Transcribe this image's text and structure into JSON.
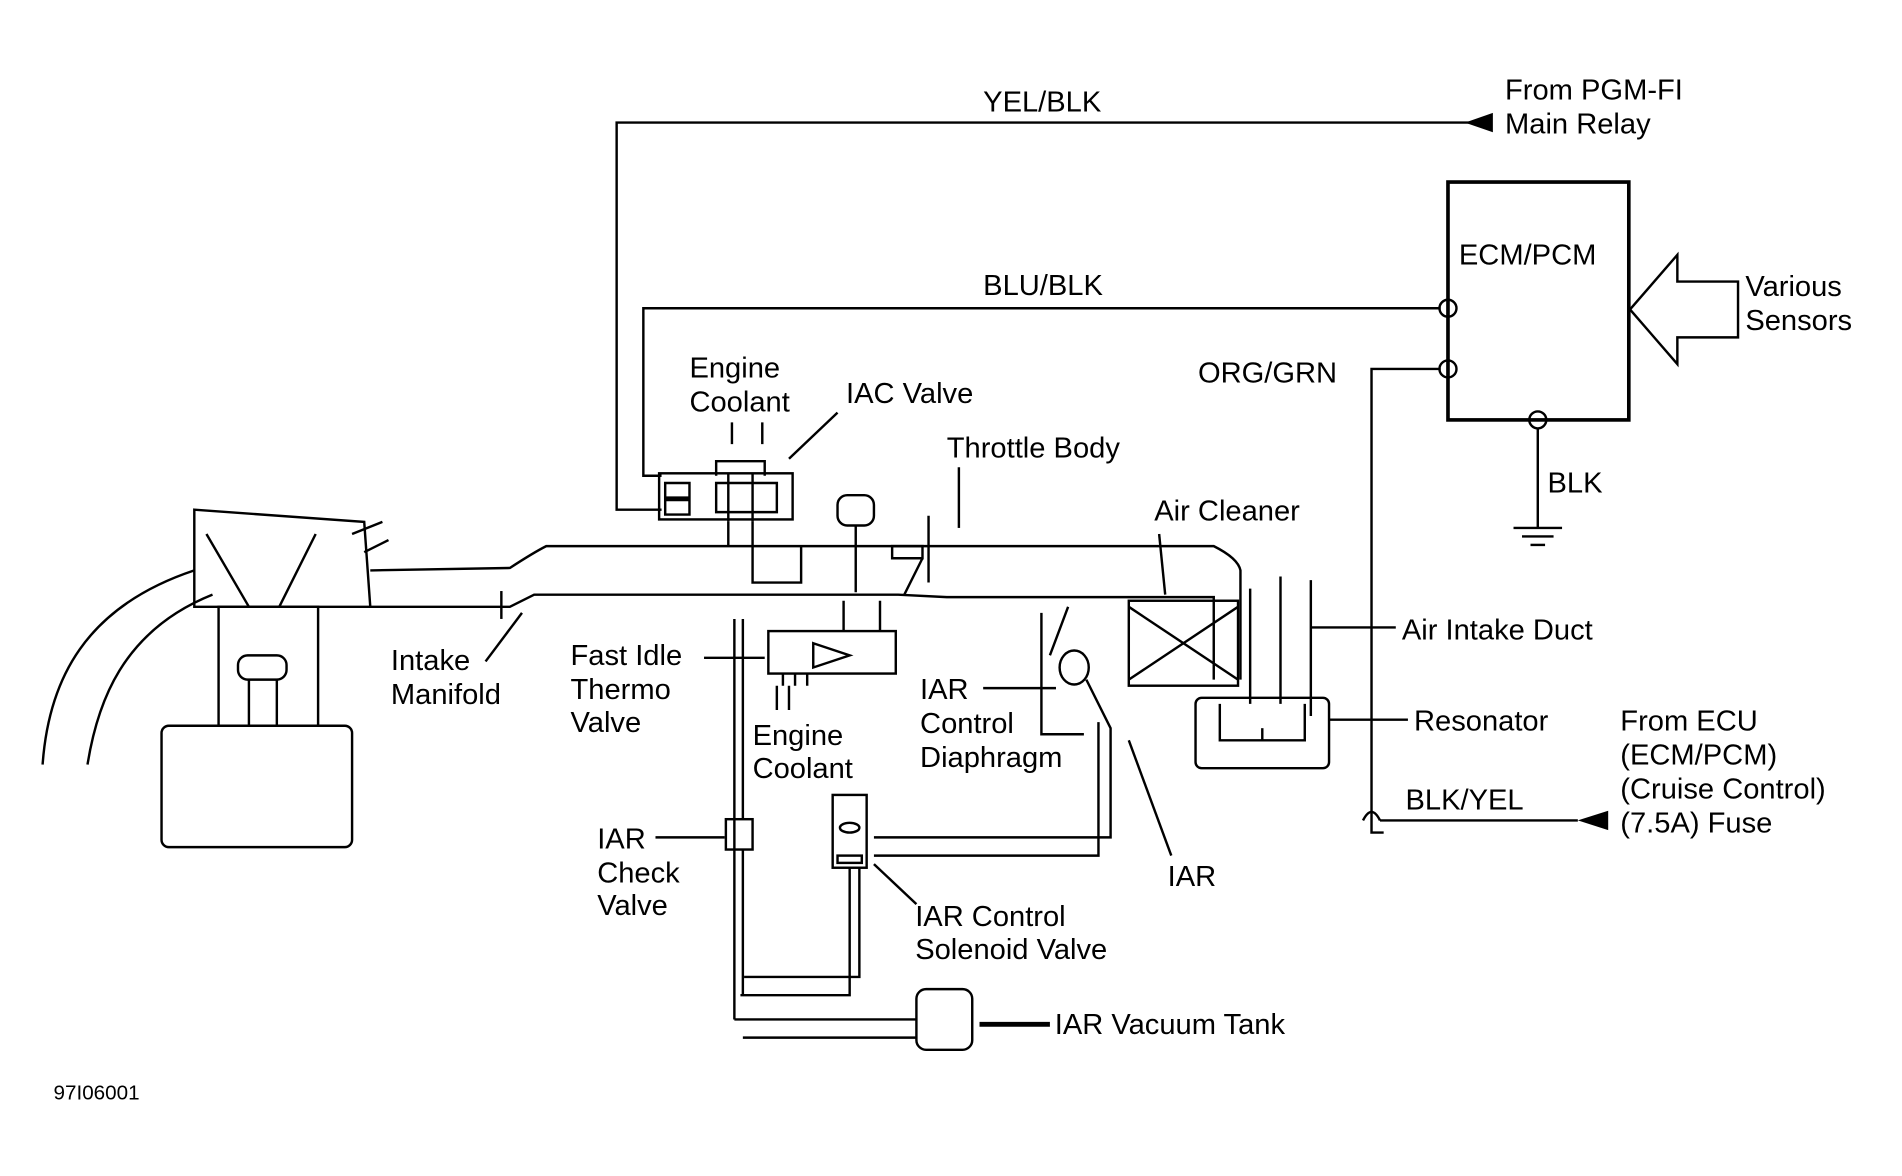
{
  "figure_id": "97I06001",
  "wires": {
    "yel_blk": "YEL/BLK",
    "blu_blk": "BLU/BLK",
    "org_grn": "ORG/GRN",
    "blk": "BLK",
    "blk_yel": "BLK/YEL"
  },
  "sources": {
    "pgm_fi": [
      "From PGM-FI",
      "Main Relay"
    ],
    "ecu_fuse": [
      "From ECU",
      "(ECM/PCM)",
      "(Cruise Control)",
      "(7.5A) Fuse"
    ],
    "sensors": [
      "Various",
      "Sensors"
    ]
  },
  "ecm": "ECM/PCM",
  "components": {
    "engine_coolant_top": [
      "Engine",
      "Coolant"
    ],
    "iac_valve": "IAC Valve",
    "throttle_body": "Throttle Body",
    "air_cleaner": "Air Cleaner",
    "air_intake_duct": "Air Intake Duct",
    "resonator": "Resonator",
    "intake_manifold": [
      "Intake",
      "Manifold"
    ],
    "fast_idle": [
      "Fast Idle",
      "Thermo",
      "Valve"
    ],
    "engine_coolant_bottom": [
      "Engine",
      "Coolant"
    ],
    "iar_diaphragm": [
      "IAR",
      "Control",
      "Diaphragm"
    ],
    "iar": "IAR",
    "iar_check": [
      "IAR",
      "Check",
      "Valve"
    ],
    "iar_solenoid": [
      "IAR Control",
      "Solenoid Valve"
    ],
    "iar_tank": "IAR Vacuum Tank"
  }
}
